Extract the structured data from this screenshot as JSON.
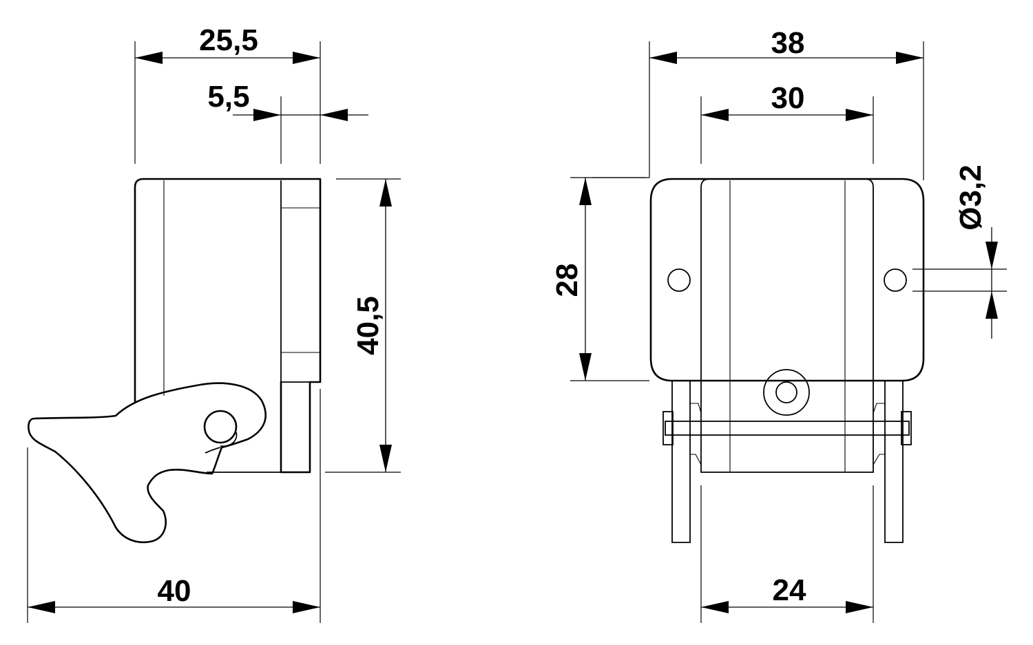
{
  "side_view": {
    "dims": {
      "overall_depth": "25,5",
      "offset": "5,5",
      "height": "40,5",
      "length_with_lever": "40"
    }
  },
  "front_view": {
    "dims": {
      "overall_width": "38",
      "body_width": "30",
      "hole_diameter": "Ø3,2",
      "height": "28",
      "base_width": "24"
    }
  }
}
